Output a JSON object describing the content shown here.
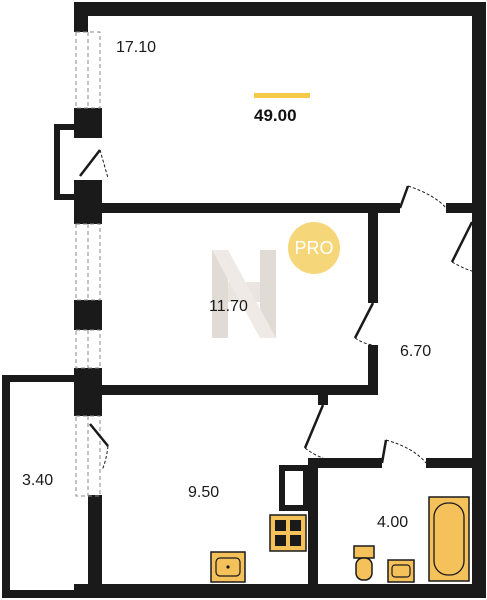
{
  "plan": {
    "total_area": "49.00",
    "badge": "PRO",
    "rooms": [
      {
        "id": "room-top",
        "area": "17.10"
      },
      {
        "id": "room-middle",
        "area": "11.70"
      },
      {
        "id": "hallway",
        "area": "6.70"
      },
      {
        "id": "balcony",
        "area": "3.40"
      },
      {
        "id": "kitchen",
        "area": "9.50"
      },
      {
        "id": "bathroom",
        "area": "4.00"
      }
    ]
  },
  "colors": {
    "wall": "#1a1a1a",
    "accent": "#f7c948",
    "fixture": "#f4c15a",
    "badge": "#f5d77a",
    "watermark": "#c9bfb6"
  },
  "icons": [
    "door-swing-icon",
    "window-icon",
    "stove-icon",
    "sink-icon",
    "toilet-icon",
    "bathtub-icon",
    "watermark-logo-icon"
  ]
}
